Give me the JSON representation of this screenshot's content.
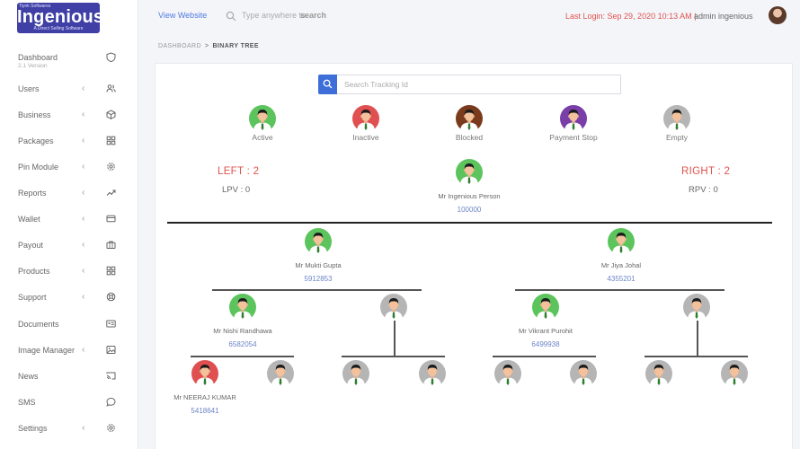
{
  "brand": {
    "top_text": "Tiynk Softwares",
    "name": "Ingenious",
    "tagline": "A Direct Selling Software"
  },
  "sidebar": {
    "items": [
      {
        "label": "Dashboard",
        "sub": "2.1 Version",
        "icon": "shield-icon",
        "chevron": false
      },
      {
        "label": "Users",
        "icon": "users-icon",
        "chevron": true
      },
      {
        "label": "Business",
        "icon": "box-icon",
        "chevron": true
      },
      {
        "label": "Packages",
        "icon": "grid-icon",
        "chevron": true
      },
      {
        "label": "Pin Module",
        "icon": "gear-icon",
        "chevron": true
      },
      {
        "label": "Reports",
        "icon": "trending-up-icon",
        "chevron": true
      },
      {
        "label": "Wallet",
        "icon": "credit-card-icon",
        "chevron": true
      },
      {
        "label": "Payout",
        "icon": "briefcase-icon",
        "chevron": true
      },
      {
        "label": "Products",
        "icon": "grid-icon",
        "chevron": true
      },
      {
        "label": "Support",
        "icon": "lifebuoy-icon",
        "chevron": true
      },
      {
        "label": "Documents",
        "icon": "id-card-icon",
        "chevron": false
      },
      {
        "label": "Image Manager",
        "icon": "image-icon",
        "chevron": true
      },
      {
        "label": "News",
        "icon": "cast-icon",
        "chevron": false
      },
      {
        "label": "SMS",
        "icon": "chat-icon",
        "chevron": false
      },
      {
        "label": "Settings",
        "icon": "gear-icon",
        "chevron": true
      }
    ]
  },
  "header": {
    "view_website": "View Website",
    "search_placeholder": "Type anywhere to",
    "search_bold": "search",
    "last_login": "Last Login: Sep 29, 2020 10:13 AM |",
    "admin": "admin ingenious"
  },
  "breadcrumb": {
    "root": "DASHBOARD",
    "separator": ">",
    "current": "BINARY TREE"
  },
  "tree": {
    "search_placeholder": "Search Tracking Id",
    "legend": [
      {
        "label": "Active",
        "color": "#5cc45c"
      },
      {
        "label": "Inactive",
        "color": "#e05050"
      },
      {
        "label": "Blocked",
        "color": "#7a3a1c"
      },
      {
        "label": "Payment Stop",
        "color": "#7a3ea8"
      },
      {
        "label": "Empty",
        "color": "#b5b5b5"
      }
    ],
    "left_count": "LEFT : 2",
    "right_count": "RIGHT : 2",
    "lpv": "LPV : 0",
    "rpv": "RPV : 0",
    "root": {
      "name": "Mr Ingenious Person",
      "id": "100000",
      "status": "active"
    },
    "level1": [
      {
        "name": "Mr Mukti Gupta",
        "id": "5912853",
        "status": "active"
      },
      {
        "name": "Mr Jiya Johal",
        "id": "4355201",
        "status": "active"
      }
    ],
    "level2": [
      {
        "name": "Mr Nishi Randhawa",
        "id": "6582054",
        "status": "active"
      },
      {
        "name": "",
        "id": "",
        "status": "empty"
      },
      {
        "name": "Mr Vikrant Purohit",
        "id": "6499938",
        "status": "active"
      },
      {
        "name": "",
        "id": "",
        "status": "empty"
      }
    ],
    "level3": [
      {
        "name": "Mr NEERAJ KUMAR",
        "id": "5418641",
        "status": "inactive"
      },
      {
        "name": "",
        "id": "",
        "status": "empty"
      },
      {
        "name": "",
        "id": "",
        "status": "empty"
      },
      {
        "name": "",
        "id": "",
        "status": "empty"
      },
      {
        "name": "",
        "id": "",
        "status": "empty"
      },
      {
        "name": "",
        "id": "",
        "status": "empty"
      },
      {
        "name": "",
        "id": "",
        "status": "empty"
      },
      {
        "name": "",
        "id": "",
        "status": "empty"
      }
    ]
  },
  "colors": {
    "active": "#5cc45c",
    "inactive": "#e05050",
    "blocked": "#7a3a1c",
    "payment_stop": "#7a3ea8",
    "empty": "#b5b5b5",
    "accent": "#3e6fd8",
    "alert": "#e0524e"
  }
}
